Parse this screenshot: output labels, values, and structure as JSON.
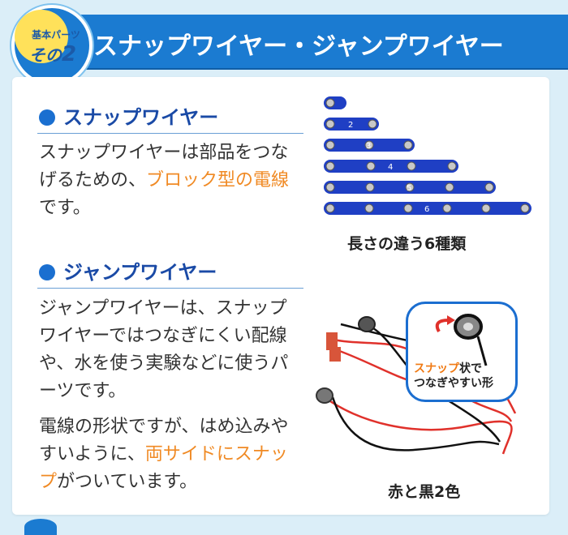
{
  "header": {
    "badge_top": "基本パーツ",
    "badge_prefix": "その",
    "badge_number": "2",
    "title": "スナップワイヤー・ジャンプワイヤー"
  },
  "section1": {
    "heading": "スナップワイヤー",
    "text_before": "スナップワイヤーは部品をつなげるための、",
    "text_highlight": "ブロック型の電線",
    "text_after": "です。",
    "image_caption": "長さの違う6種類",
    "wire_numbers": [
      "2",
      "3",
      "4",
      "5",
      "6"
    ]
  },
  "section2": {
    "heading": "ジャンプワイヤー",
    "paragraph1": "ジャンプワイヤーは、スナップワイヤーではつなぎにくい配線や、水を使う実験などに使うパーツです。",
    "p2_before": "電線の形状ですが、はめ込みやすいように、",
    "p2_highlight": "両サイドにスナップ",
    "p2_after": "がついています。",
    "image_caption": "赤と黒2色",
    "bubble_highlight": "スナップ",
    "bubble_text1": "状で",
    "bubble_text2": "つなぎやすい形"
  },
  "colors": {
    "ribbon": "#1b7bd1",
    "badge_fill": "#ffe15a",
    "heading": "#1a4aa6",
    "highlight": "#f08a24",
    "wire_blue": "#1f3fc4",
    "wire_red": "#e0312b",
    "wire_black": "#111111"
  }
}
